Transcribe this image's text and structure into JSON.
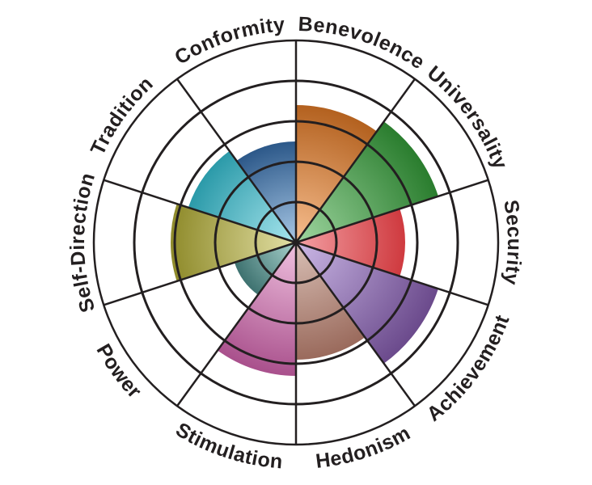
{
  "chart_data": {
    "type": "polar-area",
    "title": "",
    "categories": [
      "Benevolence",
      "Universality",
      "Security",
      "Achievement",
      "Hedonism",
      "Stimulation",
      "Power",
      "Self-Direction",
      "Tradition",
      "Conformity"
    ],
    "values": [
      3.4,
      3.7,
      2.7,
      3.7,
      2.9,
      3.3,
      1.6,
      3.1,
      2.8,
      2.5
    ],
    "rlim": [
      0,
      5
    ],
    "grid_rings": [
      1,
      2,
      3,
      4,
      5
    ],
    "colors": [
      "#b3611f",
      "#2a7d2e",
      "#cf3a3f",
      "#6b4a8c",
      "#9a6a5c",
      "#a9508c",
      "#3e7270",
      "#8f8b2b",
      "#2b9aa9",
      "#2c5889"
    ],
    "light_colors": [
      "#f7be8f",
      "#9fd6a0",
      "#f3a0a4",
      "#cbb8e6",
      "#d9c0b6",
      "#f0c2e0",
      "#a8d2cc",
      "#e3e0a6",
      "#a8e6ee",
      "#a8c8e6"
    ]
  }
}
